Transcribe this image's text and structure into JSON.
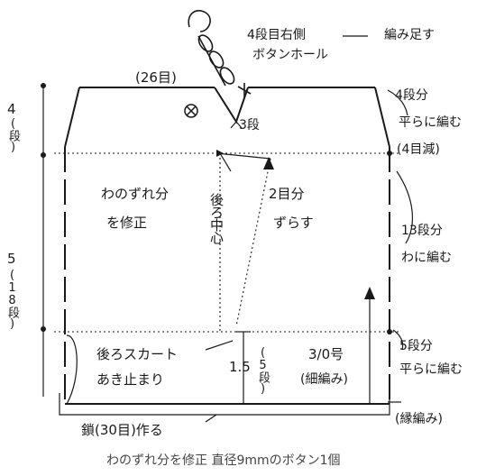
{
  "labels": {
    "top_width": "(26目)",
    "buttonhole_line1": "4段目右側",
    "buttonhole_line2": "ボタンホール",
    "add_stitch": "編み足す",
    "shoulder_rows": "4段分",
    "shoulder_flat": "平らに編む",
    "decrease": "(4目減)",
    "three_rows": "3段",
    "adjust_line1": "わのずれ分",
    "adjust_line2": "を修正",
    "back_center": "後ろ中心",
    "shift_line1": "2目分",
    "shift_line2": "ずらす",
    "loop_line1": "13段分",
    "loop_line2": "わに編む",
    "bottom_rows": "5段分",
    "bottom_flat": "平らに編む",
    "skirt_line1": "後ろスカート",
    "skirt_line2": "あき止まり",
    "opening_size": "1.5",
    "opening_rows": "(5段)",
    "hook_size": "3/0号",
    "single_crochet": "(細編み)",
    "edge_crochet": "(縁編み)",
    "chain_start": "鎖(30目)作る",
    "left_top_size": "4",
    "left_top_rows": "(段)",
    "left_main_size": "5",
    "left_main_rows": "(18段)",
    "footer_note": "わのずれ分を修正 直径9mmのボタン1個"
  },
  "icons": {
    "cross_marker": "circled-x-icon",
    "marker_dot": "dot-icon"
  }
}
